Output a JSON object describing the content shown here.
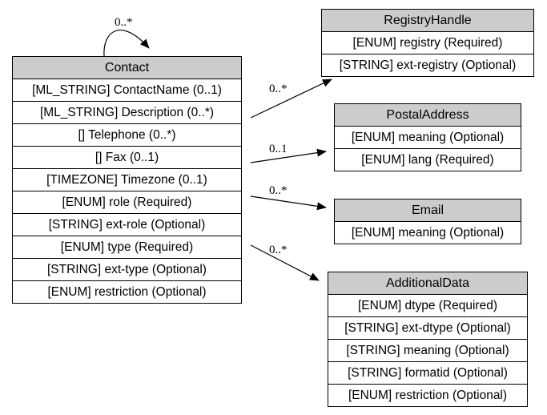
{
  "classes": {
    "contact": {
      "name": "Contact",
      "attributes": [
        "[ML_STRING] ContactName (0..1)",
        "[ML_STRING] Description (0..*)",
        "[] Telephone (0..*)",
        "[] Fax (0..1)",
        "[TIMEZONE] Timezone (0..1)",
        "[ENUM] role (Required)",
        "[STRING] ext-role (Optional)",
        "[ENUM] type (Required)",
        "[STRING] ext-type (Optional)",
        "[ENUM] restriction (Optional)"
      ]
    },
    "registry_handle": {
      "name": "RegistryHandle",
      "attributes": [
        "[ENUM] registry (Required)",
        "[STRING] ext-registry (Optional)"
      ]
    },
    "postal_address": {
      "name": "PostalAddress",
      "attributes": [
        "[ENUM] meaning (Optional)",
        "[ENUM] lang (Required)"
      ]
    },
    "email": {
      "name": "Email",
      "attributes": [
        "[ENUM] meaning (Optional)"
      ]
    },
    "additional_data": {
      "name": "AdditionalData",
      "attributes": [
        "[ENUM] dtype (Required)",
        "[STRING] ext-dtype (Optional)",
        "[STRING] meaning (Optional)",
        "[STRING] formatid (Optional)",
        "[ENUM] restriction (Optional)"
      ]
    }
  },
  "relations": {
    "self_contact": {
      "multiplicity": "0..*"
    },
    "to_registry_handle": {
      "multiplicity": "0..*"
    },
    "to_postal_address": {
      "multiplicity": "0..1"
    },
    "to_email": {
      "multiplicity": "0..*"
    },
    "to_additional_data": {
      "multiplicity": "0..*"
    }
  }
}
